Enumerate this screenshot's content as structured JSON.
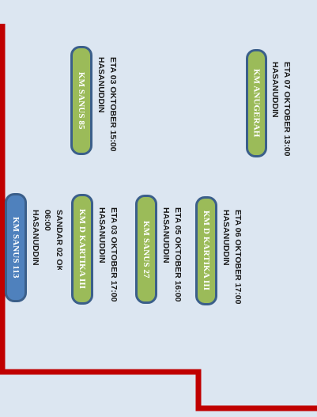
{
  "colors": {
    "background": "#dce6f1",
    "route_line": "#c00000",
    "pill_green": "#9bbb59",
    "pill_blue": "#4f81bd",
    "pill_border": "#3b5f8a"
  },
  "vessels": [
    {
      "name": "KM ANUGERAH",
      "eta_line1": "ETA 07 OKTOBER 13:00",
      "eta_line2": "HASANUDDIN",
      "color": "green"
    },
    {
      "name": "KM SANUS 85",
      "eta_line1": "ETA 03 OKTOBER 15:00",
      "eta_line2": "HASANUDDIN",
      "color": "green"
    },
    {
      "name": "KM D KARTIKA III",
      "eta_line1": "ETA 06 OKTOBER 17:00",
      "eta_line2": "HASANUDDIN",
      "color": "green"
    },
    {
      "name": "KM SANUS 27",
      "eta_line1": "ETA 05 OKTOBER 16:00",
      "eta_line2": "HASANUDDIN",
      "color": "green"
    },
    {
      "name": "KM D KARTIKA III",
      "eta_line1": "ETA 03 OKTOBER 17:00",
      "eta_line2": "HASANUDDIN",
      "color": "green"
    },
    {
      "name": "KM SANUS 113",
      "eta_line1": "SANDAR 02 OKTOBER",
      "eta_line2": "06:00",
      "eta_line3": "HASANUDDIN",
      "color": "blue"
    }
  ]
}
